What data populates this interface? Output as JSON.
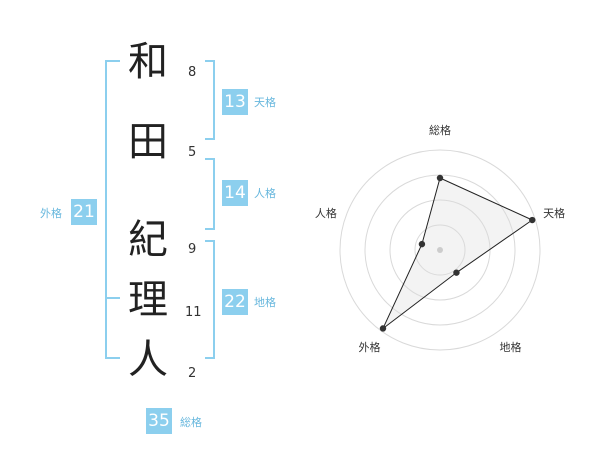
{
  "name": {
    "chars": [
      {
        "char": "和",
        "strokes": "8"
      },
      {
        "char": "田",
        "strokes": "5"
      },
      {
        "char": "紀",
        "strokes": "9"
      },
      {
        "char": "理",
        "strokes": "11"
      },
      {
        "char": "人",
        "strokes": "2"
      }
    ]
  },
  "fortunes": {
    "tenkaku": {
      "value": "13",
      "label": "天格"
    },
    "jinkaku": {
      "value": "14",
      "label": "人格"
    },
    "chikaku": {
      "value": "22",
      "label": "地格"
    },
    "gaikaku": {
      "value": "21",
      "label": "外格"
    },
    "soukaku": {
      "value": "35",
      "label": "総格"
    }
  },
  "chart_data": {
    "type": "radar",
    "axes": [
      "総格",
      "天格",
      "地格",
      "外格",
      "人格"
    ],
    "values": [
      0.72,
      0.97,
      0.28,
      0.97,
      0.19
    ],
    "range": [
      0,
      1
    ],
    "rings": 4
  }
}
